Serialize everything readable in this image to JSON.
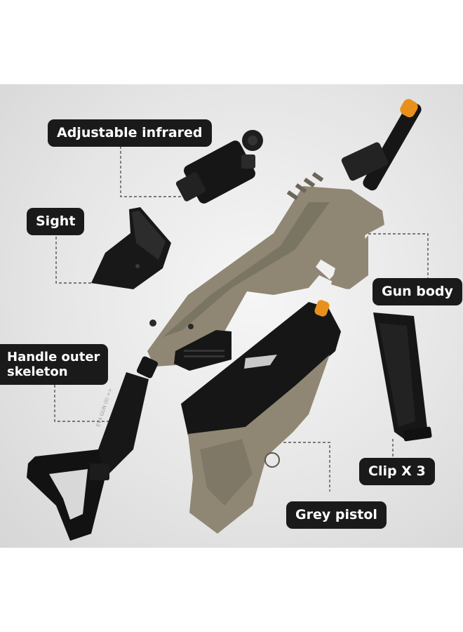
{
  "labels": {
    "adjustable_infrared": "Adjustable infrared",
    "sight": "Sight",
    "gun_body": "Gun body",
    "handle_outer_skeleton": "Handle outer\nskeleton",
    "clip": "Clip X 3",
    "grey_pistol": "Grey pistol"
  },
  "stock_marking": "EV4 GUN (II) >>",
  "colors": {
    "tan": "#8f8774",
    "tan_dark": "#6f6a59",
    "black": "#161616",
    "orange_tip": "#e8901c",
    "label_bg": "#1a1a1a",
    "label_text": "#ffffff"
  }
}
